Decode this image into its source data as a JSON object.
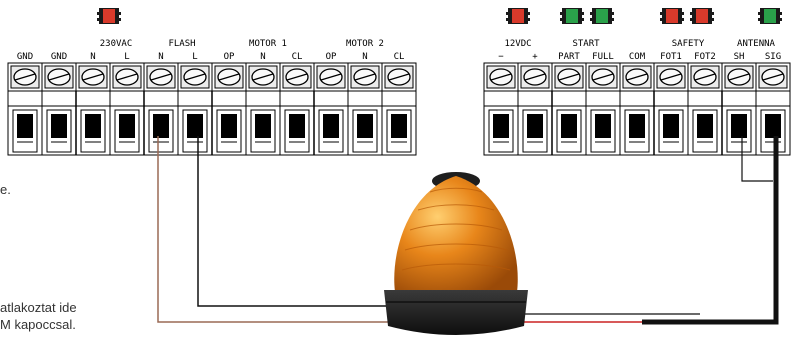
{
  "left_block": {
    "group_labels": [
      "230VAC",
      "FLASH",
      "MOTOR 1",
      "MOTOR 2"
    ],
    "terminal_labels": [
      "GND",
      "GND",
      "N",
      "L",
      "N",
      "L",
      "OP",
      "N",
      "CL",
      "OP",
      "N",
      "CL"
    ],
    "leds": [
      {
        "color": "#d93a2b"
      }
    ]
  },
  "right_block": {
    "group_labels": [
      "12VDC",
      "START",
      "SAFETY",
      "ANTENNA"
    ],
    "terminal_labels": [
      "−",
      "+",
      "PART",
      "FULL",
      "COM",
      "FOT1",
      "FOT2",
      "SH",
      "SIG"
    ],
    "leds": [
      {
        "color": "#d93a2b"
      },
      {
        "color": "#2aa14a"
      },
      {
        "color": "#2aa14a"
      },
      {
        "color": "#d93a2b"
      },
      {
        "color": "#d93a2b"
      },
      {
        "color": "#2aa14a"
      }
    ]
  },
  "side_text": {
    "line1": "e.",
    "line2": "atlakoztat ide",
    "line3": "M kapoccsal."
  },
  "colors": {
    "lamp_dome": "#e07a10",
    "lamp_base": "#1a1a1a",
    "wire_black": "#111111",
    "wire_red": "#cc2222",
    "wire_brown": "#9a6a55"
  }
}
